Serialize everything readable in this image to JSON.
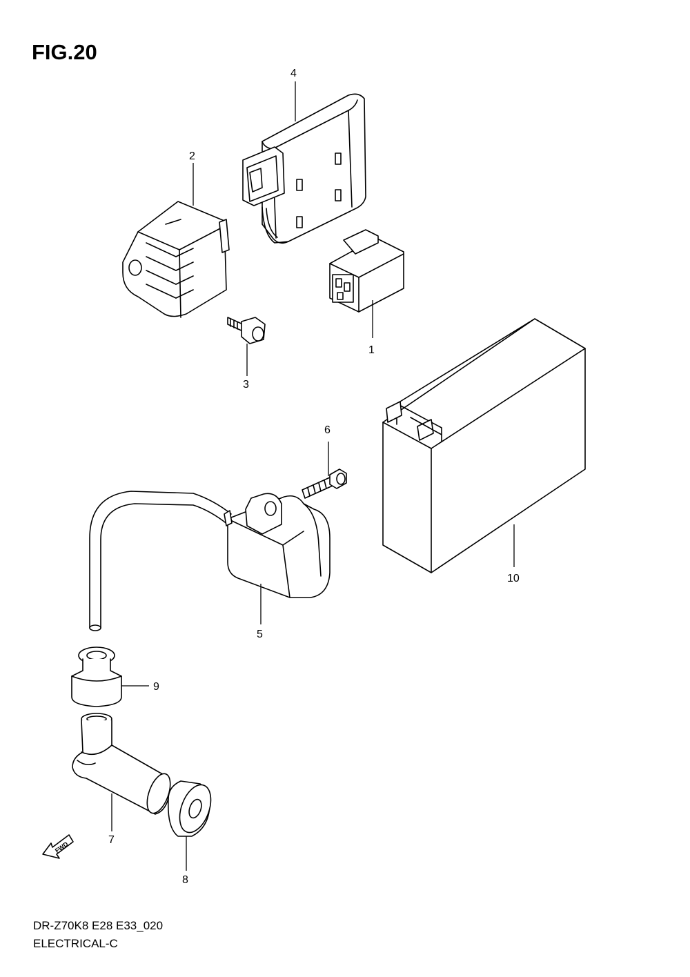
{
  "figure": {
    "title": "FIG.20",
    "code": "DR-Z70K8 E28 E33_020",
    "section": "ELECTRICAL-C"
  },
  "callouts": [
    {
      "id": "1",
      "part": "connector"
    },
    {
      "id": "2",
      "part": "regulator"
    },
    {
      "id": "3",
      "part": "bolt"
    },
    {
      "id": "4",
      "part": "cdi-unit"
    },
    {
      "id": "5",
      "part": "ignition-coil"
    },
    {
      "id": "6",
      "part": "bolt"
    },
    {
      "id": "7",
      "part": "plug-cap"
    },
    {
      "id": "8",
      "part": "seal"
    },
    {
      "id": "9",
      "part": "cap"
    },
    {
      "id": "10",
      "part": "battery"
    }
  ],
  "fwd_marker": {
    "label": "FWD",
    "icon": "fwd-arrow-icon"
  }
}
